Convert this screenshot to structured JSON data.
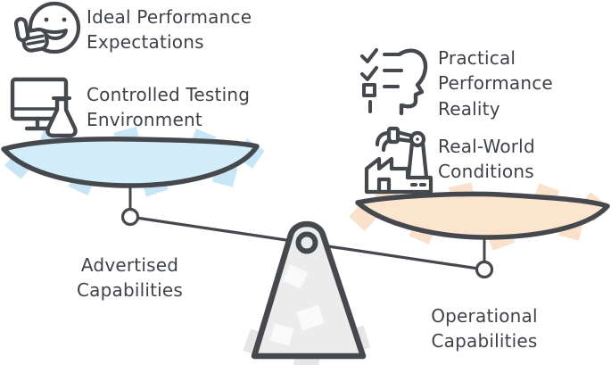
{
  "diagram": {
    "type": "balance-scale",
    "left_side": {
      "items": [
        {
          "icon": "smiley-thumbs-up-icon",
          "label": "Ideal Performance Expectations"
        },
        {
          "icon": "monitor-flask-icon",
          "label": "Controlled Testing Environment"
        }
      ],
      "pan_label": "Advertised Capabilities",
      "pan_position": "raised",
      "pan_fill": "#d4edfa"
    },
    "right_side": {
      "items": [
        {
          "icon": "head-checklist-icon",
          "label": "Practical Performance Reality"
        },
        {
          "icon": "factory-robot-icon",
          "label": "Real-World Conditions"
        }
      ],
      "pan_label": "Operational Capabilities",
      "pan_position": "lowered",
      "pan_fill": "#fce5cf"
    },
    "colors": {
      "outline": "#45484d",
      "text": "#3f4348",
      "left_watercolor": "#bfe2f5",
      "right_watercolor": "#f8dcc2",
      "fulcrum_fill": "#ececec"
    }
  }
}
